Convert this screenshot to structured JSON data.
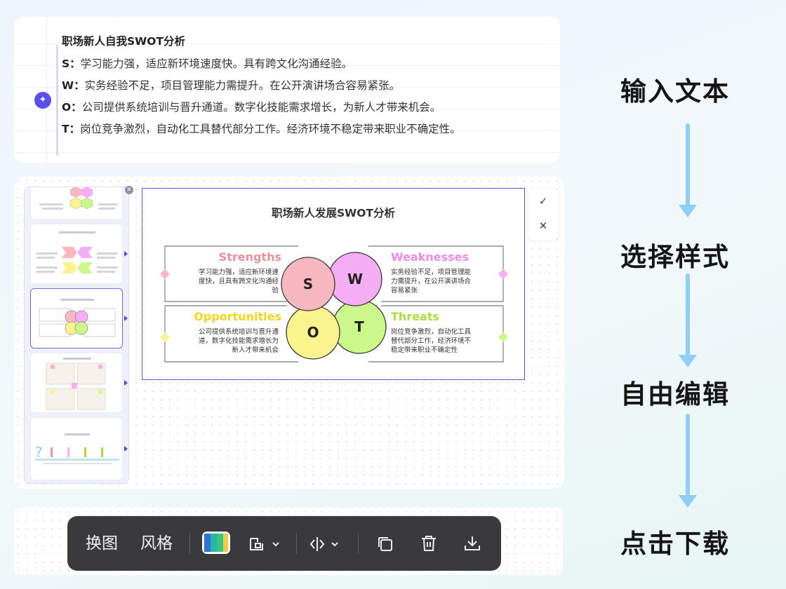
{
  "input_doc": {
    "title": "职场新人自我SWOT分析",
    "rows": [
      {
        "key": "S：",
        "text": "学习能力强，适应新环境速度快。具有跨文化沟通经验。"
      },
      {
        "key": "W：",
        "text": "实务经验不足，项目管理能力需提升。在公开演讲场合容易紧张。"
      },
      {
        "key": "O：",
        "text": "公司提供系统培训与晋升通道。数字化技能需求增长，为新人才带来机会。"
      },
      {
        "key": "T：",
        "text": "岗位竞争激烈，自动化工具替代部分工作。经济环境不稳定带来职业不确定性。"
      }
    ]
  },
  "diagram": {
    "title": "职场新人发展SWOT分析",
    "quadrants": [
      {
        "heading": "Strengths",
        "letter": "S",
        "color": "#f7b8bf",
        "text_color": "#f08f9c",
        "lines": [
          "学习能力强，适应新环境速",
          "度快，且具有跨文化沟通经",
          "验"
        ]
      },
      {
        "heading": "Weaknesses",
        "letter": "W",
        "color": "#f5aef3",
        "text_color": "#f08ae9",
        "lines": [
          "实务经验不足，项目管理能",
          "力需提升，在公开演讲场合",
          "容易紧张"
        ]
      },
      {
        "heading": "Opportunities",
        "letter": "O",
        "color": "#fbf48e",
        "text_color": "#f2d61c",
        "lines": [
          "公司提供系统培训与晋升通",
          "道，数字化技能需求增长为",
          "新人才带来机会"
        ]
      },
      {
        "heading": "Threats",
        "letter": "T",
        "color": "#ccf78a",
        "text_color": "#a7df45",
        "lines": [
          "岗位竞争激烈，自动化工具",
          "替代部分工作，经济环境不",
          "稳定带来职业不确定性"
        ]
      }
    ]
  },
  "toolbar": {
    "change_chart": "换图",
    "style": "风格",
    "palette_colors": [
      "#2a73d9",
      "#2bb3a3",
      "#38c77f",
      "#f5c94a"
    ]
  },
  "steps": [
    "输入文本",
    "选择样式",
    "自由编辑",
    "点击下载"
  ],
  "icons": {
    "ai": "sparkle-icon",
    "confirm": "check-icon",
    "cancel": "close-icon",
    "layout": "layout-icon",
    "mirror": "mirror-icon",
    "copy": "copy-icon",
    "delete": "trash-icon",
    "download": "download-icon"
  },
  "accent": "#5a57d6",
  "step_arrow_color": "#8fcff5"
}
